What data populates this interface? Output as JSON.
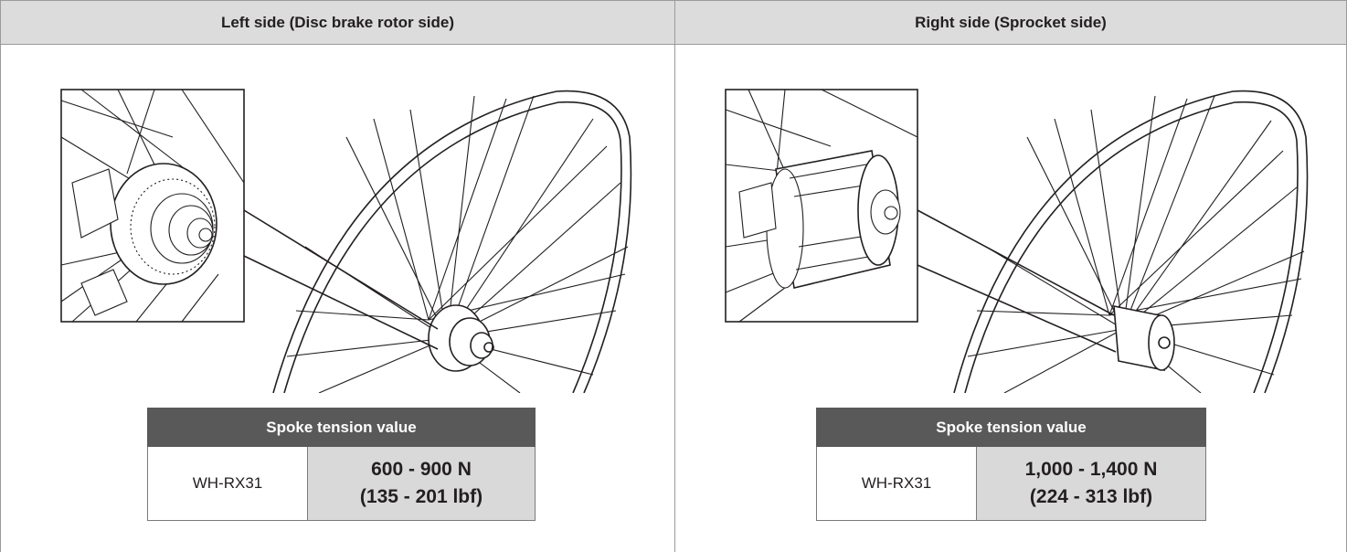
{
  "columns": [
    {
      "header": "Left side (Disc brake rotor side)",
      "table": {
        "title": "Spoke tension value",
        "model": "WH-RX31",
        "value_n": "600 - 900 N",
        "value_lbf": "(135 - 201 lbf)"
      }
    },
    {
      "header": "Right side (Sprocket side)",
      "table": {
        "title": "Spoke tension value",
        "model": "WH-RX31",
        "value_n": "1,000 - 1,400 N",
        "value_lbf": "(224 - 313 lbf)"
      }
    }
  ],
  "colors": {
    "header_bg": "#dcdcdc",
    "table_title_bg": "#595959",
    "table_value_bg": "#d9d9d9",
    "line": "#231f20"
  },
  "icons": [
    "disc-rotor-hub-illustration",
    "sprocket-hub-illustration"
  ]
}
